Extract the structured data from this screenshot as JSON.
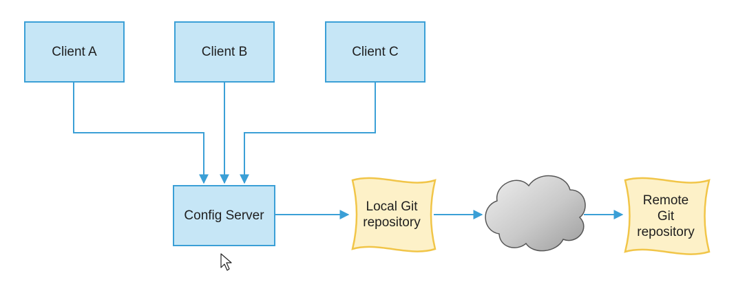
{
  "nodes": {
    "client_a": "Client A",
    "client_b": "Client B",
    "client_c": "Client C",
    "config_server": "Config Server",
    "local_repo": "Local Git\nrepository",
    "remote_repo": "Remote\nGit\nrepository"
  },
  "icons": {
    "cloud": "cloud-icon",
    "cursor": "mouse-cursor-icon"
  },
  "colors": {
    "box_fill": "#c6e6f6",
    "box_stroke": "#3a9fd6",
    "arrow": "#3a9fd6",
    "document_fill": "#fdf1c8",
    "document_stroke": "#f1c548",
    "cloud_fill": "#c9c9c9",
    "cloud_stroke": "#555555"
  }
}
